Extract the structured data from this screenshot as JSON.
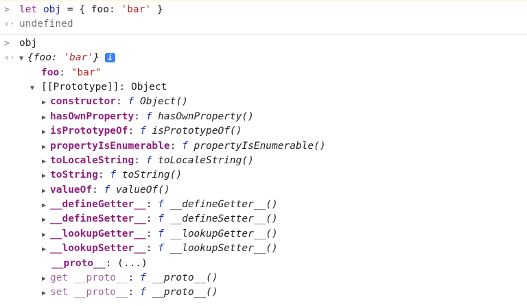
{
  "console": {
    "input1": {
      "kw": "let",
      "var": "obj",
      "rest1": " = { foo: ",
      "str": "'bar'",
      "rest2": " }"
    },
    "output1": "undefined",
    "input2": "obj",
    "output2": {
      "preview_open": "{",
      "preview_key": "foo: ",
      "preview_val": "'bar'",
      "preview_close": "}",
      "info_icon": "i",
      "prop_key": "foo",
      "prop_val": "\"bar\"",
      "prototype_label": "[[Prototype]]",
      "prototype_value": "Object",
      "members": [
        {
          "name": "constructor",
          "fn": "Object()"
        },
        {
          "name": "hasOwnProperty",
          "fn": "hasOwnProperty()"
        },
        {
          "name": "isPrototypeOf",
          "fn": "isPrototypeOf()"
        },
        {
          "name": "propertyIsEnumerable",
          "fn": "propertyIsEnumerable()"
        },
        {
          "name": "toLocaleString",
          "fn": "toLocaleString()"
        },
        {
          "name": "toString",
          "fn": "toString()"
        },
        {
          "name": "valueOf",
          "fn": "valueOf()"
        },
        {
          "name": "__defineGetter__",
          "fn": "__defineGetter__()"
        },
        {
          "name": "__defineSetter__",
          "fn": "__defineSetter__()"
        },
        {
          "name": "__lookupGetter__",
          "fn": "__lookupGetter__()"
        },
        {
          "name": "__lookupSetter__",
          "fn": "__lookupSetter__()"
        }
      ],
      "proto_name": "__proto__",
      "proto_value": "(...)",
      "getter": {
        "name": "get __proto__",
        "fn": "__proto__()"
      },
      "setter": {
        "name": "set __proto__",
        "fn": "__proto__()"
      },
      "f_symbol": "f"
    }
  }
}
